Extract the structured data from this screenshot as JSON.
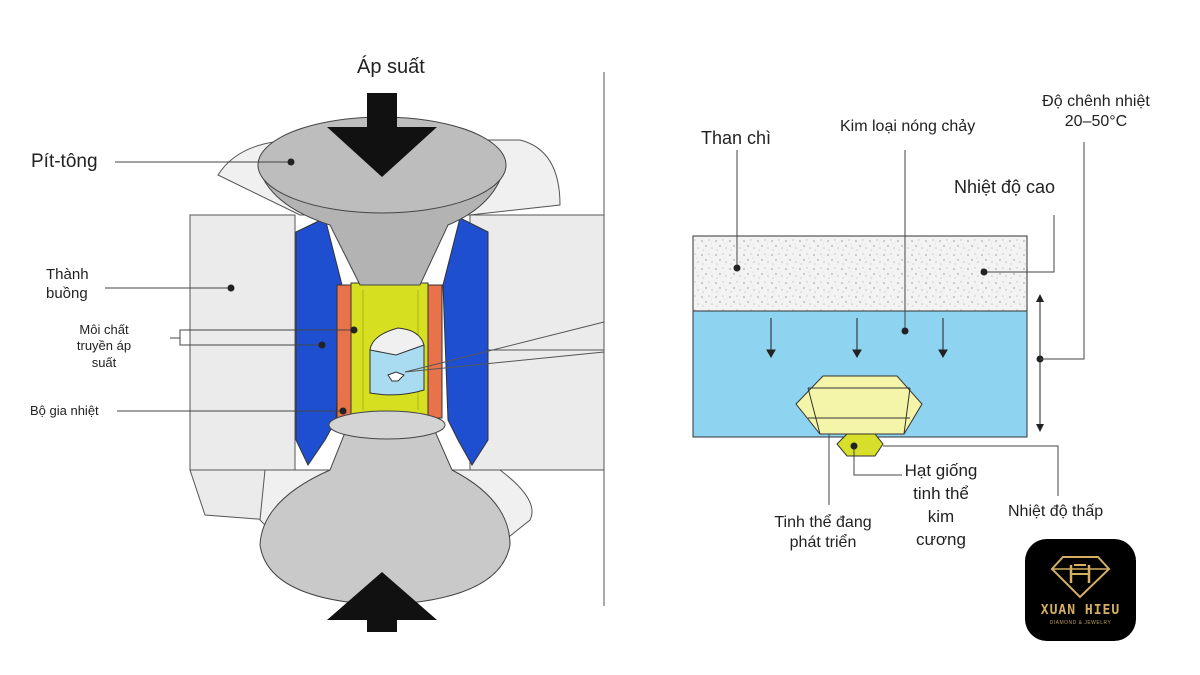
{
  "left_diagram": {
    "pressure_label": "Áp suất",
    "piston_label": "Pít-tông",
    "chamber_wall_label": "Thành buồng",
    "pressure_medium_label": "Môi chất truyền áp suất",
    "heater_label": "Bộ gia nhiệt"
  },
  "right_diagram": {
    "graphite_label": "Than chì",
    "molten_metal_label": "Kim loại nóng chảy",
    "temp_gradient_label": "Độ chênh nhiệt 20–50°C",
    "high_temp_label": "Nhiệt độ cao",
    "low_temp_label": "Nhiệt độ thấp",
    "growing_crystal_label": "Tinh thể đang phát triển",
    "seed_crystal_label": "Hạt giống tinh thể kim cương"
  },
  "logo": {
    "name": "XUAN HIEU",
    "tagline": "DIAMOND & JEWELRY"
  },
  "colors": {
    "anvil_gray": "#c9c9c9",
    "piston_gray": "#b3b3b3",
    "outer_block": "#ebebeb",
    "gasket_blue": "#1f4fd1",
    "heater_orange": "#e8734a",
    "capsule_yellow": "#d6e021",
    "molten_blue": "#8ed3ef",
    "graphite_speckle": "#f1f1f1",
    "crystal_yellow": "#f4f5a8",
    "seed_green": "#d8df2a",
    "logo_gold": "#d4ae62"
  }
}
